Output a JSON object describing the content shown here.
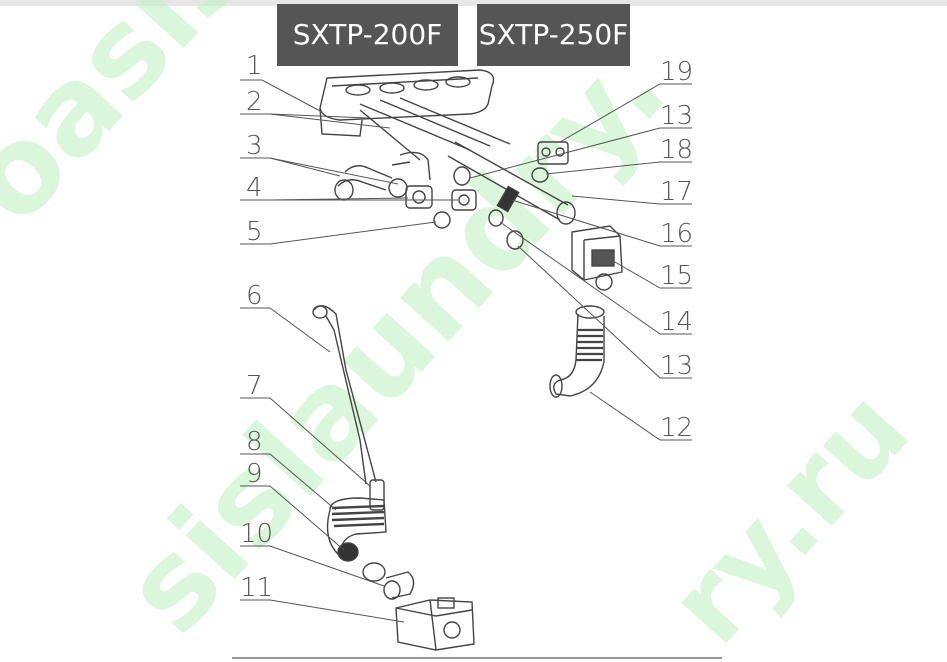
{
  "header": {
    "model_a": "SXTP-200F",
    "model_b": "SXTP-250F"
  },
  "watermark": {
    "text_left": "oasis",
    "text_center": "sislaundry.",
    "text_right": "ry.ru",
    "color": "#bff2bf"
  },
  "callouts": {
    "left": [
      "1",
      "2",
      "3",
      "4",
      "5",
      "6",
      "7",
      "8",
      "9",
      "10",
      "11"
    ],
    "right": [
      "19",
      "13",
      "18",
      "17",
      "16",
      "15",
      "14",
      "13",
      "12"
    ]
  },
  "colors": {
    "badge_bg": "#555555",
    "badge_text": "#ffffff",
    "line": "#444444"
  }
}
